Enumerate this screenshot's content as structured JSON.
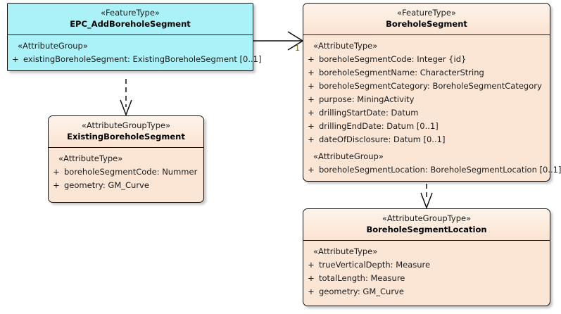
{
  "diagram": {
    "type": "uml-class-diagram",
    "background": "#ffffff",
    "colors": {
      "feature_type_highlight": "#aaf2f8",
      "attribute_group_type": "#fbe6d6",
      "border": "#111111",
      "multiplicity_label": "#8a6d1a"
    }
  },
  "classes": [
    {
      "id": "epc-add-borehole-segment",
      "stereotype": "«FeatureType»",
      "name": "EPC_AddBoreholeSegment",
      "color": "cyan",
      "compartments": [
        {
          "group": "«AttributeGroup»",
          "attributes": [
            {
              "visibility": "+",
              "text": "existingBoreholeSegment: ExistingBoreholeSegment [0..1]"
            }
          ]
        }
      ]
    },
    {
      "id": "borehole-segment",
      "stereotype": "«FeatureType»",
      "name": "BoreholeSegment",
      "color": "peach",
      "compartments": [
        {
          "group": "«AttributeType»",
          "attributes": [
            {
              "visibility": "+",
              "text": "boreholeSegmentCode: Integer {id}"
            },
            {
              "visibility": "+",
              "text": "boreholeSegmentName: CharacterString"
            },
            {
              "visibility": "+",
              "text": "boreholeSegmentCategory: BoreholeSegmentCategory"
            },
            {
              "visibility": "+",
              "text": "purpose: MiningActivity"
            },
            {
              "visibility": "+",
              "text": "drillingStartDate: Datum"
            },
            {
              "visibility": "+",
              "text": "drillingEndDate: Datum [0..1]"
            },
            {
              "visibility": "+",
              "text": "dateOfDisclosure: Datum [0..1]"
            }
          ]
        },
        {
          "group": "«AttributeGroup»",
          "attributes": [
            {
              "visibility": "+",
              "text": "boreholeSegmentLocation: BoreholeSegmentLocation [0..1]"
            }
          ]
        }
      ]
    },
    {
      "id": "existing-borehole-segment",
      "stereotype": "«AttributeGroupType»",
      "name": "ExistingBoreholeSegment",
      "color": "peach",
      "compartments": [
        {
          "group": "«AttributeType»",
          "attributes": [
            {
              "visibility": "+",
              "text": "boreholeSegmentCode: Nummer"
            },
            {
              "visibility": "+",
              "text": "geometry: GM_Curve"
            }
          ]
        }
      ]
    },
    {
      "id": "borehole-segment-location",
      "stereotype": "«AttributeGroupType»",
      "name": "BoreholeSegmentLocation",
      "color": "peach",
      "compartments": [
        {
          "group": "«AttributeType»",
          "attributes": [
            {
              "visibility": "+",
              "text": "trueVerticalDepth: Measure"
            },
            {
              "visibility": "+",
              "text": "totalLength: Measure"
            },
            {
              "visibility": "+",
              "text": "geometry: GM_Curve"
            }
          ]
        }
      ]
    }
  ],
  "connectors": [
    {
      "id": "assoc-epc-to-boreholesegment",
      "style": "solid",
      "arrow": "open",
      "from": "epc-add-borehole-segment",
      "to": "borehole-segment",
      "target_multiplicity": "1"
    },
    {
      "id": "dep-epc-to-existingboreholesegment",
      "style": "dashed",
      "arrow": "open",
      "from": "epc-add-borehole-segment",
      "to": "existing-borehole-segment",
      "target_multiplicity": ""
    },
    {
      "id": "dep-boreholesegment-to-location",
      "style": "dashed",
      "arrow": "open",
      "from": "borehole-segment",
      "to": "borehole-segment-location",
      "target_multiplicity": ""
    }
  ]
}
